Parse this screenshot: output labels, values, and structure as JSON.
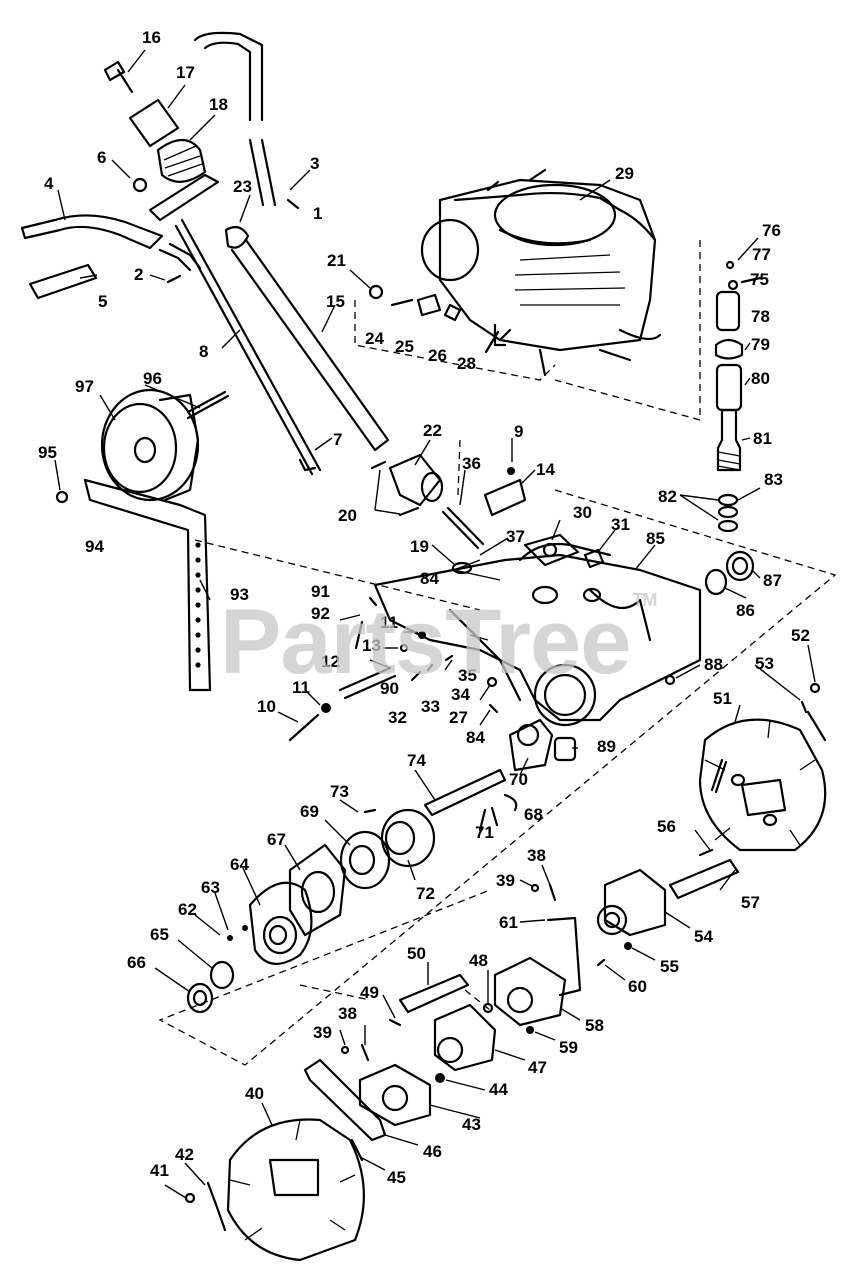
{
  "diagram": {
    "watermark_text": "PartsTree",
    "watermark_mark": "TM",
    "part_labels": [
      "1",
      "2",
      "3",
      "4",
      "5",
      "6",
      "7",
      "8",
      "9",
      "10",
      "11",
      "11",
      "12",
      "13",
      "14",
      "15",
      "16",
      "17",
      "18",
      "19",
      "20",
      "21",
      "22",
      "23",
      "24",
      "25",
      "26",
      "27",
      "28",
      "29",
      "30",
      "31",
      "32",
      "33",
      "34",
      "35",
      "36",
      "37",
      "38",
      "38",
      "39",
      "39",
      "40",
      "41",
      "42",
      "43",
      "44",
      "45",
      "46",
      "47",
      "48",
      "49",
      "50",
      "51",
      "52",
      "53",
      "54",
      "55",
      "56",
      "57",
      "58",
      "59",
      "60",
      "61",
      "62",
      "63",
      "64",
      "65",
      "66",
      "67",
      "68",
      "69",
      "70",
      "71",
      "72",
      "73",
      "74",
      "75",
      "76",
      "77",
      "78",
      "79",
      "80",
      "81",
      "82",
      "83",
      "84",
      "84",
      "85",
      "86",
      "87",
      "88",
      "89",
      "90",
      "91",
      "92",
      "93",
      "94",
      "95",
      "96",
      "97"
    ]
  }
}
